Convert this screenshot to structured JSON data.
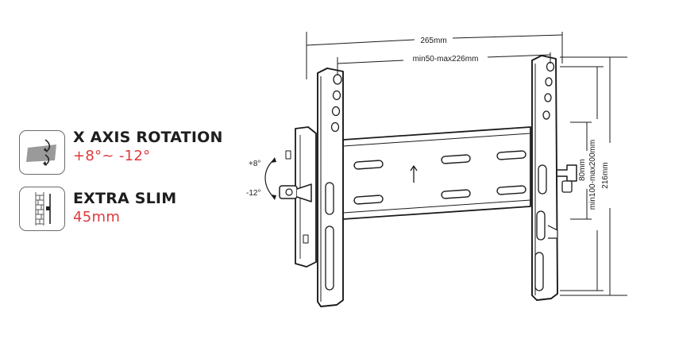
{
  "features": [
    {
      "icon": "rotation-icon",
      "title": "X AXIS ROTATION",
      "value": "+8°~ -12°"
    },
    {
      "icon": "slim-wall-icon",
      "title": "EXTRA SLIM",
      "value": "45mm"
    }
  ],
  "diagram": {
    "overall_width": "265mm",
    "hole_spacing": "min50-max226mm",
    "inner_height": "80mm",
    "vertical_range": "min100-max200mm",
    "overall_height": "216mm",
    "tilt_up": "+8°",
    "tilt_down": "-12°"
  },
  "colors": {
    "accent": "#e0393e",
    "text": "#1e1e1e",
    "line": "#1a1a1a"
  }
}
